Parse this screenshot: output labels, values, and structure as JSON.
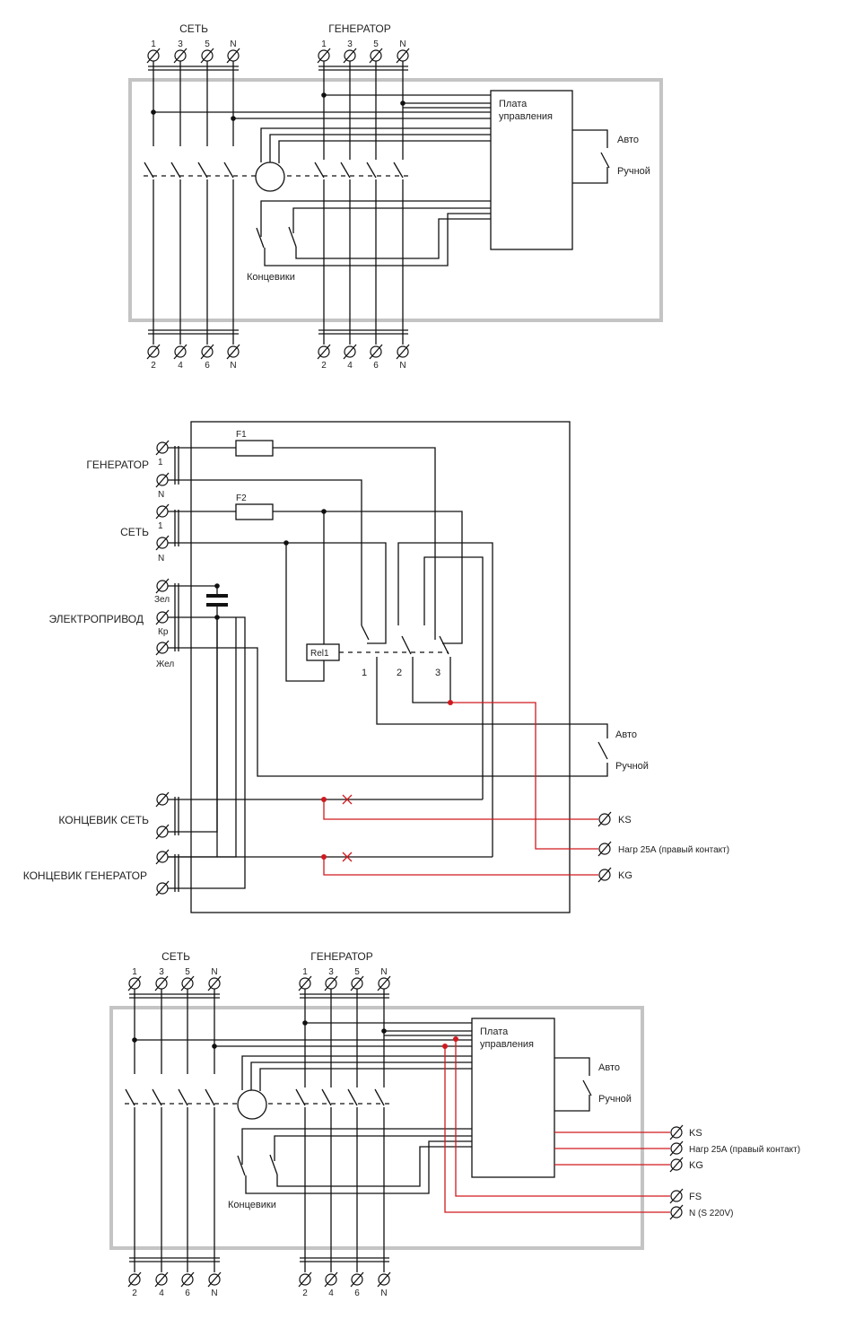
{
  "colors": {
    "wire": "#111111",
    "highlight_wire": "#d0191e",
    "frame": "#c4c4c4"
  },
  "d1": {
    "mains": "СЕТЬ",
    "generator": "ГЕНЕРАТОР",
    "top_terms": [
      "1",
      "3",
      "5",
      "N"
    ],
    "bot_terms": [
      "2",
      "4",
      "6",
      "N"
    ],
    "board": [
      "Плата",
      "управления"
    ],
    "auto": "Авто",
    "manual": "Ручной",
    "limit": "Концевики"
  },
  "d2": {
    "gen": "ГЕНЕРАТОР",
    "mains": "СЕТЬ",
    "drive": "ЭЛЕКТРОПРИВОД",
    "ls_mains": "КОНЦЕВИК СЕТЬ",
    "ls_gen": "КОНЦЕВИК ГЕНЕРАТОР",
    "t1": "1",
    "tN": "N",
    "zel": "Зел",
    "kr": "Кр",
    "zhel": "Жел",
    "f1": "F1",
    "f2": "F2",
    "rel": "Rel1",
    "c1": "1",
    "c2": "2",
    "c3": "3",
    "auto": "Авто",
    "manual": "Ручной",
    "ks": "KS",
    "load": "Нагр 25А (правый контакт)",
    "kg": "KG"
  },
  "d3": {
    "mains": "СЕТЬ",
    "generator": "ГЕНЕРАТОР",
    "board": [
      "Плата",
      "управления"
    ],
    "auto": "Авто",
    "manual": "Ручной",
    "limit": "Концевики",
    "ks": "KS",
    "load": "Нагр 25А (правый контакт)",
    "kg": "KG",
    "fs": "FS",
    "n220": "N (S 220V)"
  }
}
